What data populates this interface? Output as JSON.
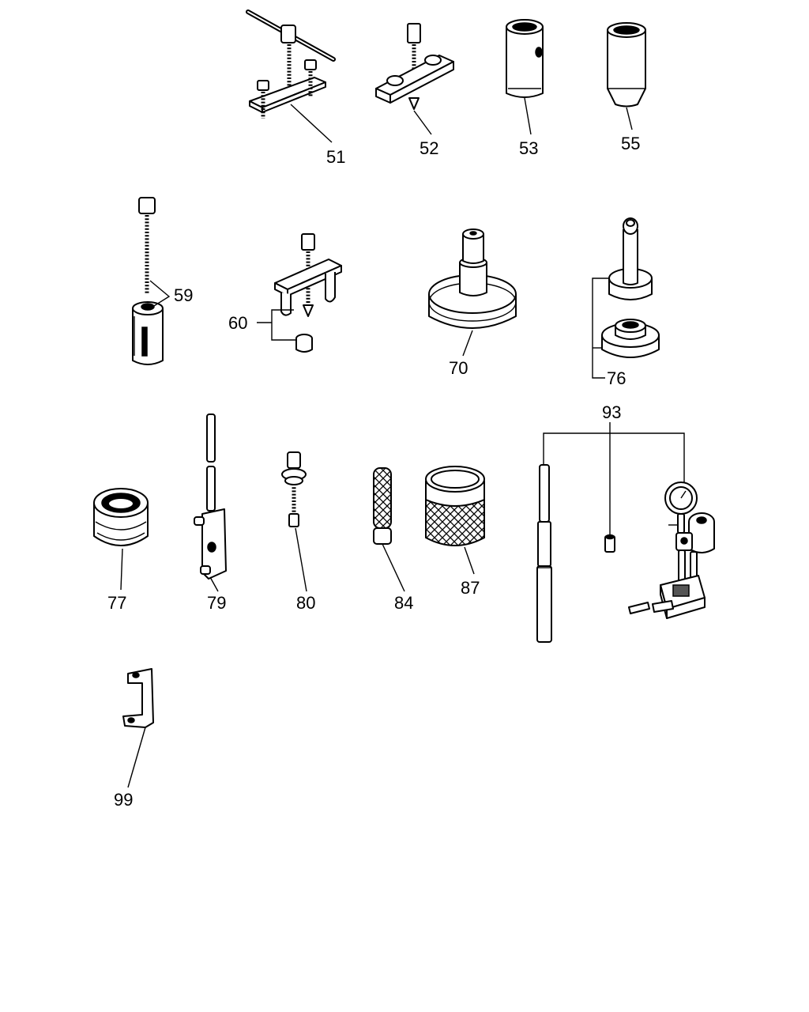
{
  "parts": [
    {
      "id": "p51",
      "label": "51"
    },
    {
      "id": "p52",
      "label": "52"
    },
    {
      "id": "p53",
      "label": "53"
    },
    {
      "id": "p55",
      "label": "55"
    },
    {
      "id": "p59",
      "label": "59"
    },
    {
      "id": "p60",
      "label": "60"
    },
    {
      "id": "p70",
      "label": "70"
    },
    {
      "id": "p76",
      "label": "76"
    },
    {
      "id": "p77",
      "label": "77"
    },
    {
      "id": "p79",
      "label": "79"
    },
    {
      "id": "p80",
      "label": "80"
    },
    {
      "id": "p84",
      "label": "84"
    },
    {
      "id": "p87",
      "label": "87"
    },
    {
      "id": "p93",
      "label": "93"
    },
    {
      "id": "p99",
      "label": "99"
    }
  ]
}
